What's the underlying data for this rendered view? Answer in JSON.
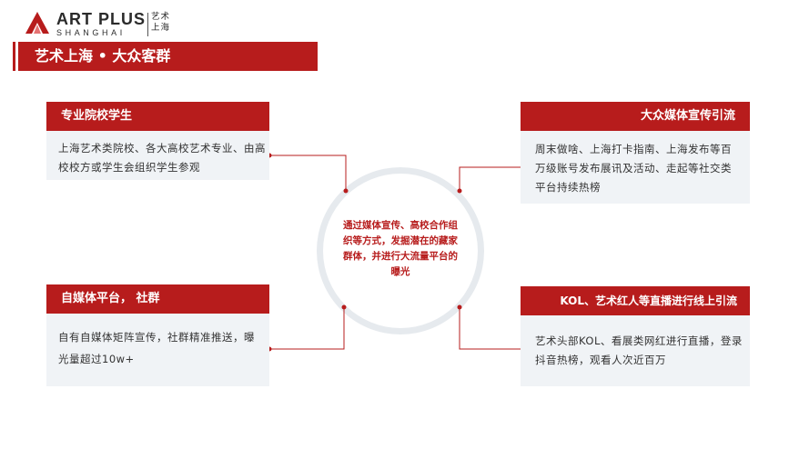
{
  "brand": {
    "name": "ART PLUS",
    "sub": "SHANGHAI",
    "cn_line1": "艺术",
    "cn_line2": "上海",
    "color": "#b71c1c"
  },
  "page_title": "艺术上海 • 大众客群",
  "center_text": "通过媒体宣传、高校合作组织等方式，发掘潜在的藏家群体，并进行大流量平台的曝光",
  "cards": [
    {
      "title": "专业院校学生",
      "body": "上海艺术类院校、各大高校艺术专业、由高校校方或学生会组织学生参观"
    },
    {
      "title": "大众媒体宣传引流",
      "body": "周末做啥、上海打卡指南、上海发布等百万级账号发布展讯及活动、走起等社交类平台持续热榜"
    },
    {
      "title": "自媒体平台， 社群",
      "body": "自有自媒体矩阵宣传，社群精准推送，曝光量超过10w+"
    },
    {
      "title": "KOL、艺术红人等直播进行线上引流",
      "body": "艺术头部KOL、看展类网红进行直播，登录抖音热榜，观看人次近百万"
    }
  ]
}
